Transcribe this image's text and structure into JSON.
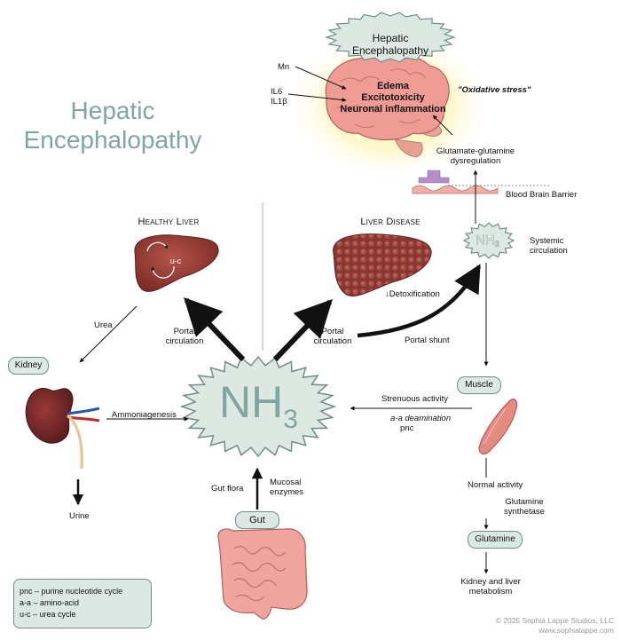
{
  "title": "Hepatic Encephalopathy",
  "brain_badge": "Hepatic Encephalopathy",
  "brain_labels": {
    "mn": "Mn",
    "il6": "IL6",
    "il1b": "IL1β",
    "edema": "Edema",
    "excitotoxicity": "Excitotoxicity",
    "neuronal_inflammation": "Neuronal inflammation",
    "oxidative_stress": "\"Oxidative stress\"",
    "glutamate_glutamine": "Glutamate-glutamine dysregulation",
    "bbb": "Blood Brain Barrier"
  },
  "healthy_liver": {
    "title": "Healthy Liver",
    "cycle": "u-c"
  },
  "liver_disease": {
    "title": "Liver Disease",
    "detox": "Detoxification"
  },
  "nh3_center": {
    "base": "NH",
    "sub": "3"
  },
  "nh3_small": {
    "base": "NH",
    "sub": "3"
  },
  "labels": {
    "systemic_circulation": "Systemic circulation",
    "portal_circulation_left": "Portal circulation",
    "portal_circulation_right": "Portal circulation",
    "portal_shunt": "Portal shunt",
    "urea": "Urea",
    "ammoniagenesis": "Ammoniagenesis",
    "urine": "Urine",
    "strenuous_activity": "Strenuous activity",
    "aa_deamination": "a-a deamination",
    "pnc": "pnc",
    "normal_activity": "Normal activity",
    "glutamine_synthetase": "Glutamine synthetase",
    "kidney_liver_metabolism": "Kidney and liver metabolism",
    "gut_flora": "Gut flora",
    "mucosal_enzymes": "Mucosal enzymes"
  },
  "nodes": {
    "kidney": "Kidney",
    "muscle": "Muscle",
    "glutamine": "Glutamine",
    "gut": "Gut"
  },
  "legend": [
    "pnc – purine nucleotide cycle",
    "a-a – amino-acid",
    "u-c – urea cycle"
  ],
  "credit": {
    "line1": "© 2025 Sophia Lappe Studios, LLC",
    "line2": "www.sophialappe.com"
  },
  "colors": {
    "title": "#7fa6a0",
    "nh3_fill": "#dde8e2",
    "nh3_stroke": "#6f8f86",
    "liver_healthy": "#9c3a33",
    "liver_disease": "#8f3a33",
    "brain": "#ef9b93",
    "brain_glow": "#fff3a8",
    "kidney": "#7c2a2a",
    "muscle": "#e08a80",
    "gut": "#f0a69e"
  }
}
